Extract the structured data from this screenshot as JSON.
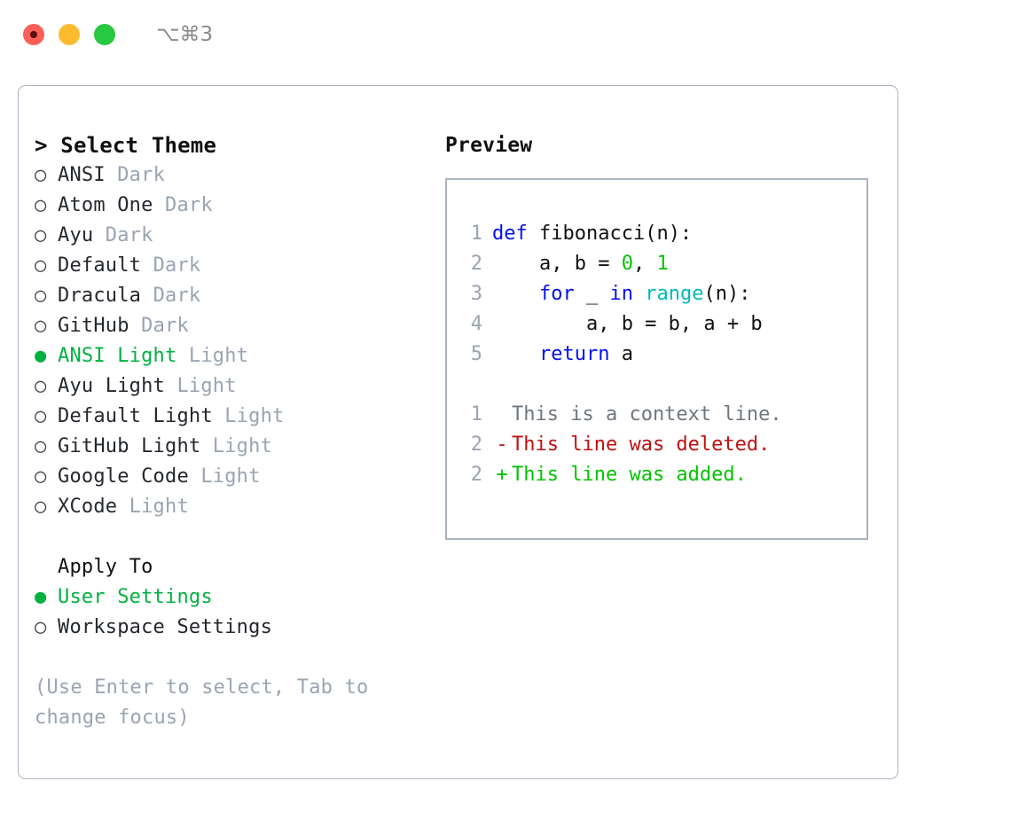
{
  "window": {
    "traffic_lights": [
      "close",
      "minimize",
      "maximize"
    ],
    "shortcut_label": "⌥⌘3",
    "colors": {
      "close": "#fc5f57",
      "minimize": "#fdbc2e",
      "maximize": "#28c840",
      "panel_border": "#aab4c2",
      "accent_green": "#00b140",
      "muted": "#9aa4b2"
    }
  },
  "theme_picker": {
    "title": "> Select Theme",
    "selected_index": 6,
    "items": [
      {
        "bullet": "○",
        "name": "ANSI",
        "variant": "Dark",
        "selected": false
      },
      {
        "bullet": "○",
        "name": "Atom One",
        "variant": "Dark",
        "selected": false
      },
      {
        "bullet": "○",
        "name": "Ayu",
        "variant": "Dark",
        "selected": false
      },
      {
        "bullet": "○",
        "name": "Default",
        "variant": "Dark",
        "selected": false
      },
      {
        "bullet": "○",
        "name": "Dracula",
        "variant": "Dark",
        "selected": false
      },
      {
        "bullet": "○",
        "name": "GitHub",
        "variant": "Dark",
        "selected": false
      },
      {
        "bullet": "●",
        "name": "ANSI Light",
        "variant": "Light",
        "selected": true
      },
      {
        "bullet": "○",
        "name": "Ayu Light",
        "variant": "Light",
        "selected": false
      },
      {
        "bullet": "○",
        "name": "Default Light",
        "variant": "Light",
        "selected": false
      },
      {
        "bullet": "○",
        "name": "GitHub Light",
        "variant": "Light",
        "selected": false
      },
      {
        "bullet": "○",
        "name": "Google Code",
        "variant": "Light",
        "selected": false
      },
      {
        "bullet": "○",
        "name": "XCode",
        "variant": "Light",
        "selected": false
      }
    ]
  },
  "apply_to": {
    "title": "Apply To",
    "selected_index": 0,
    "items": [
      {
        "bullet": "●",
        "name": "User Settings",
        "selected": true
      },
      {
        "bullet": "○",
        "name": "Workspace Settings",
        "selected": false
      }
    ]
  },
  "hint": "(Use Enter to select, Tab to change focus)",
  "preview": {
    "title": "Preview",
    "code_lines": [
      {
        "no": "1",
        "tokens": [
          {
            "t": "def",
            "c": "kw"
          },
          {
            "t": " fibonacci(n):",
            "c": "plain"
          }
        ]
      },
      {
        "no": "2",
        "tokens": [
          {
            "t": "    a, b = ",
            "c": "plain"
          },
          {
            "t": "0",
            "c": "num"
          },
          {
            "t": ", ",
            "c": "plain"
          },
          {
            "t": "1",
            "c": "num"
          }
        ]
      },
      {
        "no": "3",
        "tokens": [
          {
            "t": "    ",
            "c": "plain"
          },
          {
            "t": "for",
            "c": "kw"
          },
          {
            "t": " _ ",
            "c": "plain"
          },
          {
            "t": "in",
            "c": "kw"
          },
          {
            "t": " ",
            "c": "plain"
          },
          {
            "t": "range",
            "c": "fn"
          },
          {
            "t": "(n):",
            "c": "plain"
          }
        ]
      },
      {
        "no": "4",
        "tokens": [
          {
            "t": "        a, b = b, a + b",
            "c": "plain"
          }
        ]
      },
      {
        "no": "5",
        "tokens": [
          {
            "t": "    ",
            "c": "plain"
          },
          {
            "t": "return",
            "c": "kw"
          },
          {
            "t": " a",
            "c": "plain"
          }
        ]
      }
    ],
    "diff_lines": [
      {
        "no": "1",
        "marker": " ",
        "text": "This is a context line.",
        "kind": "ctx"
      },
      {
        "no": "2",
        "marker": "-",
        "text": "This line was deleted.",
        "kind": "del"
      },
      {
        "no": "2",
        "marker": "+",
        "text": "This line was added.",
        "kind": "add"
      }
    ]
  }
}
